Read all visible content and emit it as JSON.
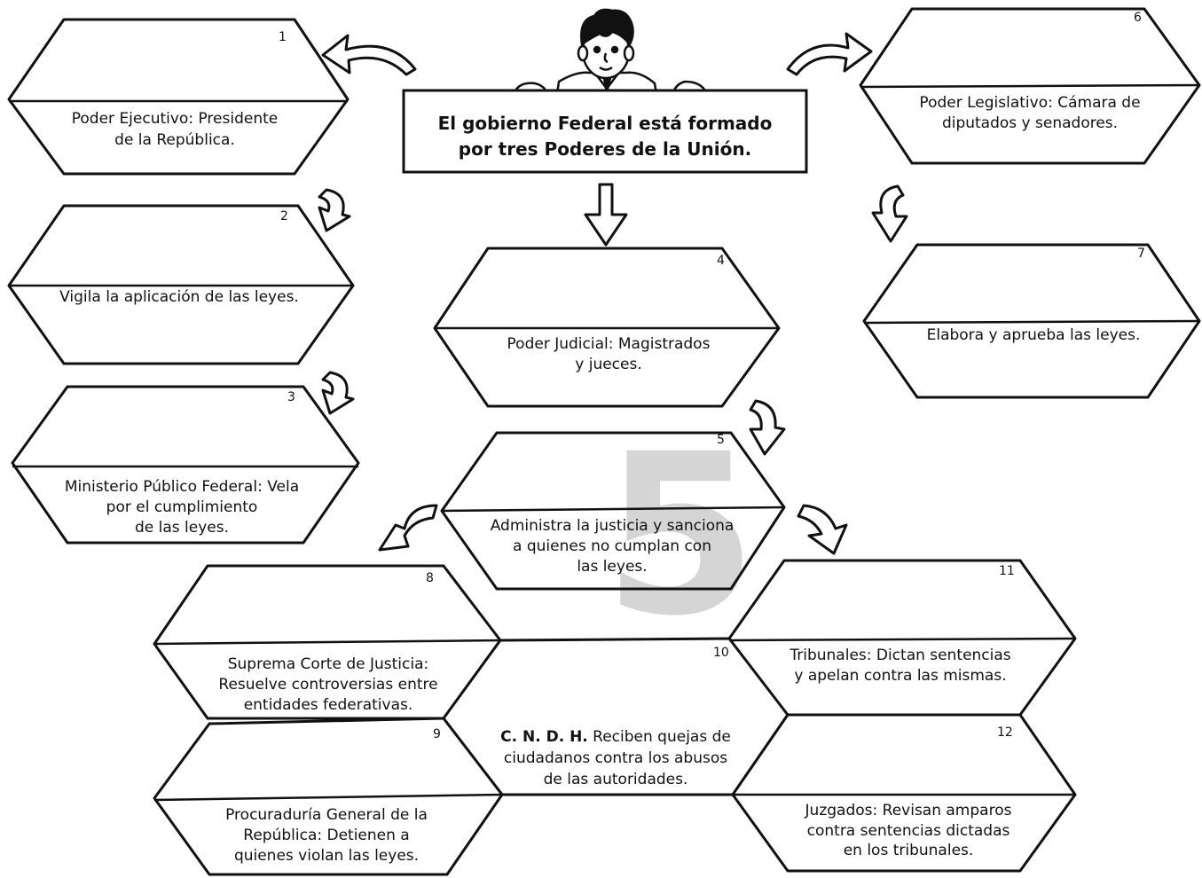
{
  "title": {
    "line1": "El gobierno Federal está formado",
    "line2": "por tres Poderes de la Unión."
  },
  "watermark": "5",
  "cells": [
    {
      "num": "1",
      "lines": [
        "Poder Ejecutivo: Presidente",
        "de la República."
      ]
    },
    {
      "num": "2",
      "lines": [
        "Vigila la aplicación de las leyes."
      ]
    },
    {
      "num": "3",
      "lines": [
        "Ministerio Público Federal: Vela",
        "por el cumplimiento",
        "de las leyes."
      ]
    },
    {
      "num": "4",
      "lines": [
        "Poder Judicial: Magistrados",
        "y jueces."
      ]
    },
    {
      "num": "5",
      "lines": [
        "Administra la justicia y sanciona",
        "a quienes no cumplan con",
        "las leyes."
      ]
    },
    {
      "num": "6",
      "lines": [
        "Poder Legislativo: Cámara de",
        "diputados y senadores."
      ]
    },
    {
      "num": "7",
      "lines": [
        "Elabora y aprueba las leyes."
      ]
    },
    {
      "num": "8",
      "lines": [
        "Suprema Corte de Justicia:",
        "Resuelve controversias entre",
        "entidades federativas."
      ]
    },
    {
      "num": "9",
      "lines": [
        "Procuraduría General de la",
        "República: Detienen a",
        "quienes violan las leyes."
      ]
    },
    {
      "num": "10",
      "bold": "C. N. D. H.",
      "lines": [
        " Reciben quejas de",
        "ciudadanos contra los abusos",
        "de las autoridades."
      ]
    },
    {
      "num": "11",
      "lines": [
        "Tribunales: Dictan sentencias",
        "y apelan contra las mismas."
      ]
    },
    {
      "num": "12",
      "lines": [
        "Juzgados: Revisan amparos",
        "contra sentencias dictadas",
        "en los tribunales."
      ]
    }
  ]
}
